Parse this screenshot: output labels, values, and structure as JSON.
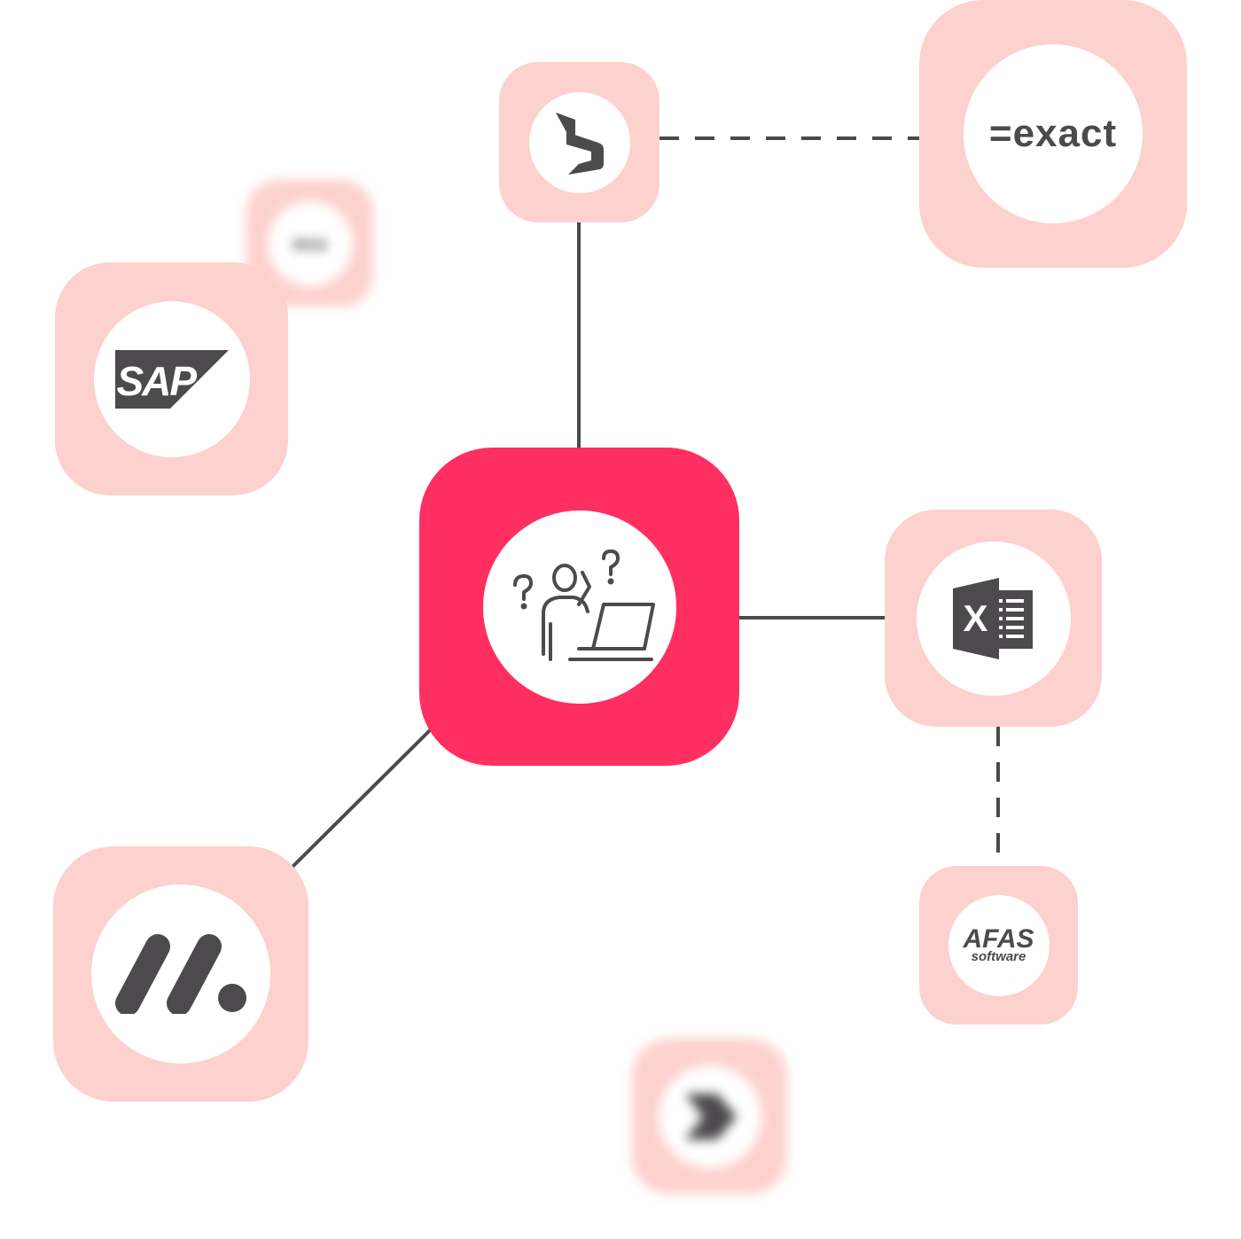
{
  "colors": {
    "hub_tile": "#ff3061",
    "app_tile": "#fdd1cd",
    "disc": "#ffffff",
    "logo_gray": "#4c4a4c",
    "connector": "#4a4a4a"
  },
  "hub": {
    "icon": "confused-person-laptop-icon"
  },
  "apps": {
    "dynamics": {
      "icon": "microsoft-dynamics-icon"
    },
    "exact": {
      "logo_text": "=exact"
    },
    "sap": {
      "logo_text": "SAP"
    },
    "blurred_small": {
      "logo_text": "ecu"
    },
    "excel": {
      "icon": "excel-icon",
      "letter": "X"
    },
    "afas": {
      "logo_text": "AFAS",
      "sub_text": "software"
    },
    "monday": {
      "icon": "monday-icon"
    },
    "blurred_arrow": {
      "icon": "arrow-chevron-icon"
    }
  }
}
